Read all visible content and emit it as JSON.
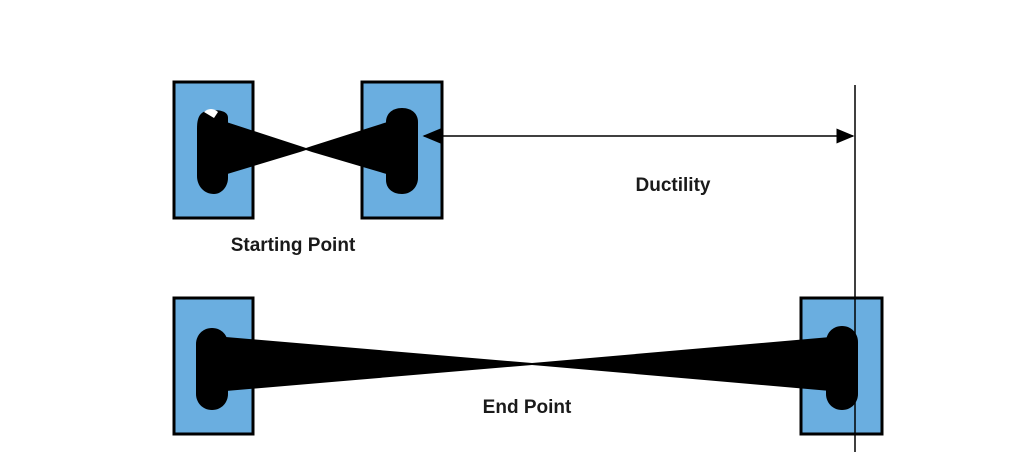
{
  "labels": {
    "starting": "Starting Point",
    "end": "End Point",
    "ductility": "Ductility"
  },
  "colors": {
    "grip_fill": "#6aaee0",
    "ink": "#000000",
    "background": "#ffffff"
  }
}
